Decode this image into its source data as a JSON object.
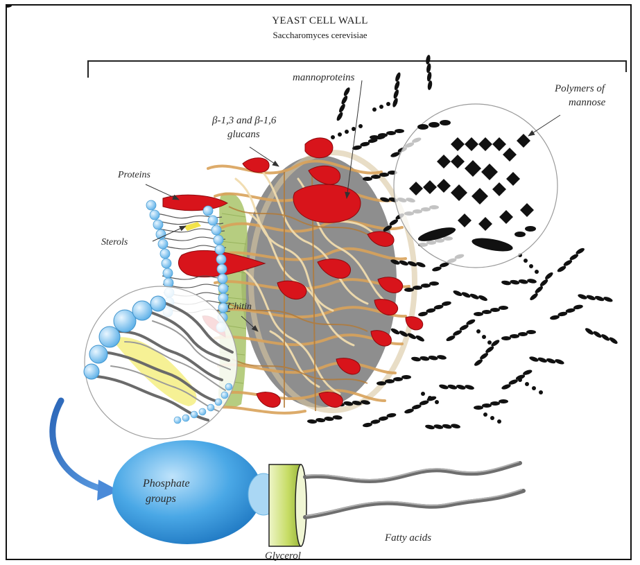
{
  "header": {
    "title": "YEAST CELL WALL",
    "subtitle": "Saccharomyces cerevisiae"
  },
  "labels": {
    "mannoproteins": "mannoproteins",
    "polymers_line1": "Polymers of",
    "polymers_line2": "mannose",
    "glucans_line1": "β-1,3 and β-1,6",
    "glucans_line2": "glucans",
    "proteins": "Proteins",
    "sterols": "Sterols",
    "chitin": "Chitin",
    "phosphate_line1": "Phosphate",
    "phosphate_line2": "groups",
    "glycerol": "Glycerol",
    "fatty_acids": "Fatty acids"
  },
  "colors": {
    "protein_red": "#d8141b",
    "glucan_tan": "#d9a25a",
    "chitin_green": "#a9c46a",
    "bead_blue": "#7fc3ee",
    "phosphate_blue": "#3a9de0",
    "glycerol_green": "#c8dd6e",
    "fatty_acid_gray": "#707070",
    "mannose_black": "#111111",
    "core_gray": "#777777"
  }
}
